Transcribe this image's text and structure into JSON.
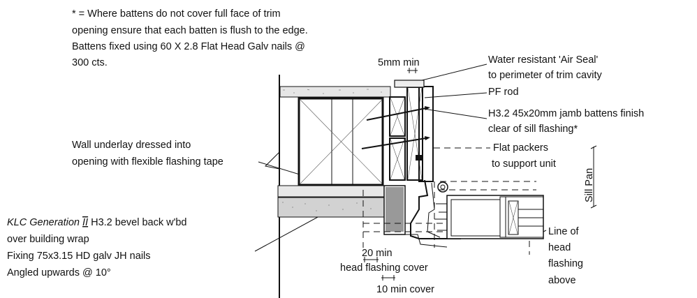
{
  "notes": {
    "battens_note": [
      "* = Where battens do not cover full face of trim",
      "opening ensure that each batten is flush to the edge.",
      "Battens fixed using 60 X 2.8 Flat Head Galv nails @",
      "300 cts."
    ],
    "dim_5mm": "5mm min",
    "air_seal": [
      "Water resistant 'Air Seal'",
      "to perimeter of trim cavity"
    ],
    "pf_rod": "PF rod",
    "jamb_battens": [
      "H3.2 45x20mm jamb battens finish",
      "clear of sill flashing*"
    ],
    "wall_underlay": [
      "Wall underlay dressed into",
      "opening with flexible flashing tape"
    ],
    "flat_packers": [
      "Flat packers",
      "to support unit"
    ],
    "sill_pan": "Sill Pan",
    "klc": {
      "brand": "KLC Generation ",
      "numeral": "II",
      "rest": " H3.2 bevel back w'bd",
      "line2": "over building wrap",
      "line3": "Fixing 75x3.15 HD galv JH nails",
      "line4": "Angled upwards @ 10°"
    },
    "line_of_head": [
      "Line of",
      "head",
      "flashing",
      "above"
    ],
    "dim_20": "20 min",
    "head_flashing_cover": "head flashing cover",
    "dim_10": "10 min cover"
  }
}
